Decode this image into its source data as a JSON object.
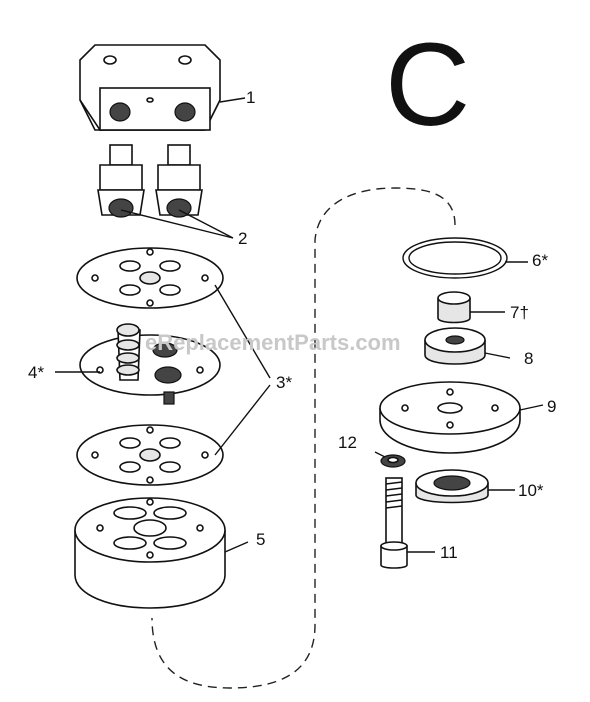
{
  "section_letter": "C",
  "watermark": "eReplacementParts.com",
  "labels": {
    "l1": "1",
    "l2": "2",
    "l3": "3*",
    "l4": "4*",
    "l5": "5",
    "l6": "6*",
    "l7": "7†",
    "l8": "8",
    "l9": "9",
    "l10": "10*",
    "l11": "11",
    "l12": "12"
  }
}
